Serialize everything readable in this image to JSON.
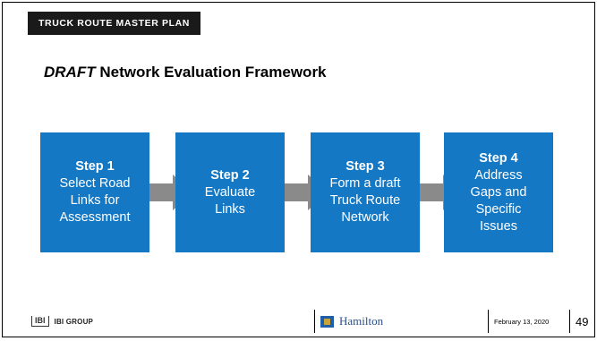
{
  "header": {
    "tag": "TRUCK ROUTE MASTER PLAN"
  },
  "title": {
    "emphasis": "DRAFT",
    "rest": " Network Evaluation Framework"
  },
  "steps": [
    {
      "number": "Step 1",
      "lines": [
        "Select Road",
        "Links for",
        "Assessment"
      ]
    },
    {
      "number": "Step 2",
      "lines": [
        "Evaluate",
        "Links"
      ]
    },
    {
      "number": "Step 3",
      "lines": [
        "Form a draft",
        "Truck Route",
        "Network"
      ]
    },
    {
      "number": "Step 4",
      "lines": [
        "Address",
        "Gaps and",
        "Specific",
        "Issues"
      ]
    }
  ],
  "footer": {
    "ibi_mark": "IBI",
    "ibi_name": "IBI GROUP",
    "city": "Hamilton",
    "date": "February 13, 2020",
    "page": "49"
  },
  "colors": {
    "step_fill": "#1478c5",
    "arrow_fill": "#8a8a8a",
    "header_fill": "#1a1a1a"
  }
}
